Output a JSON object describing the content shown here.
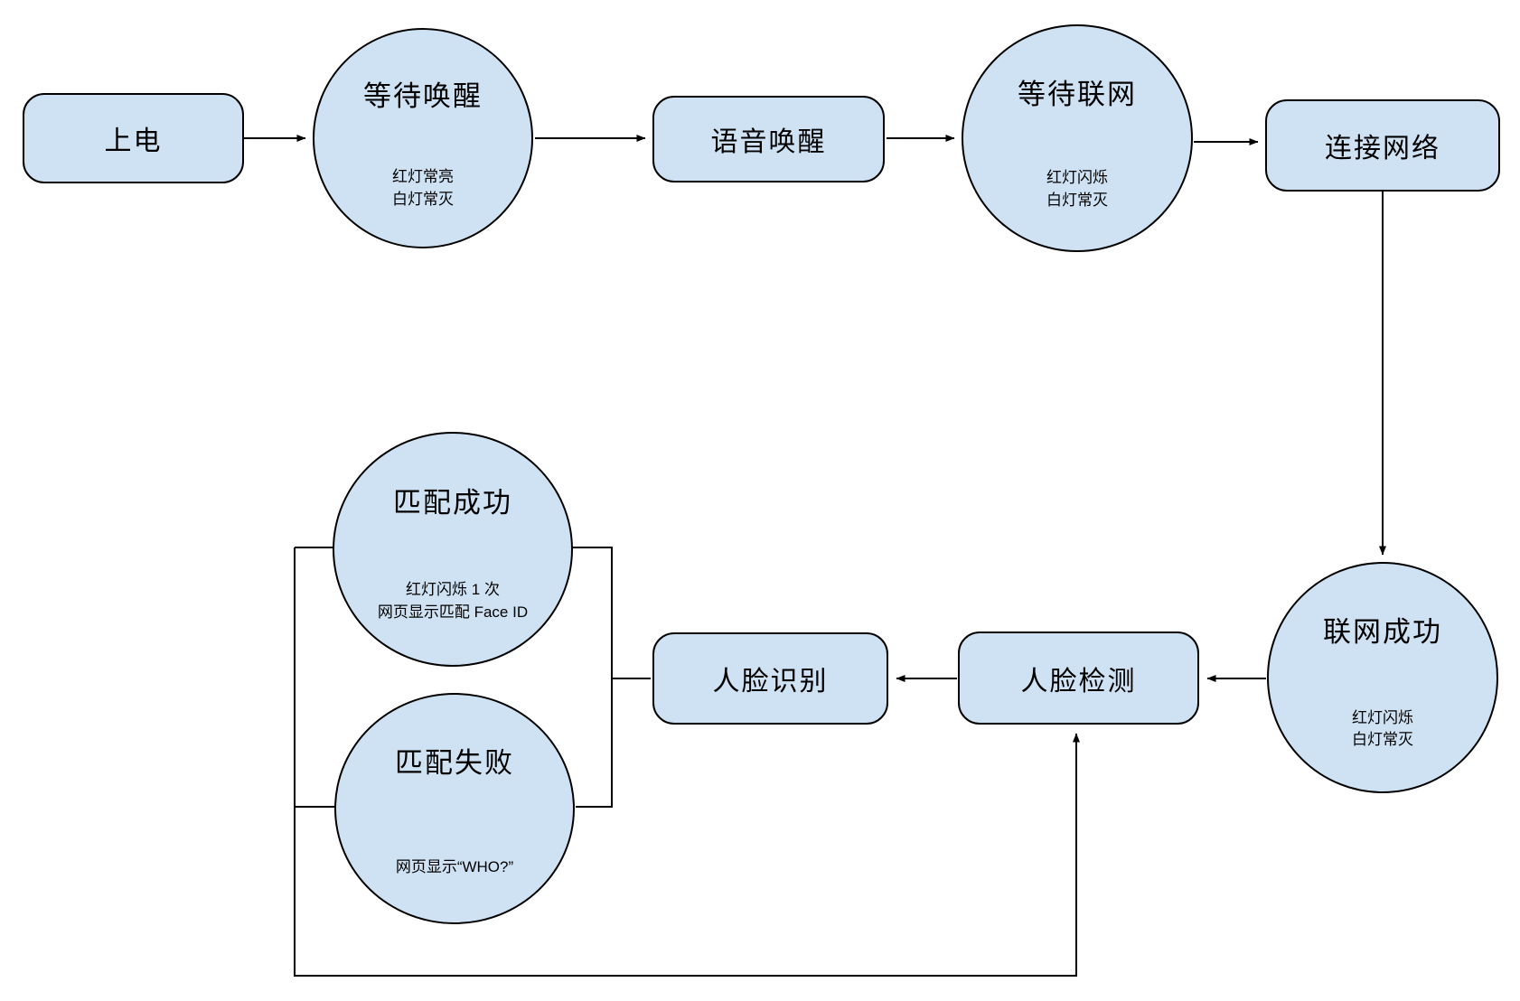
{
  "diagram": {
    "title": "device-boot-and-face-recognition-flow",
    "colors": {
      "background": "#ffffff",
      "node_fill": "#cfe2f3",
      "node_border": "#000000",
      "line": "#000000",
      "text": "#000000"
    },
    "nodes": {
      "power_on": {
        "label": "上电",
        "shape": "rounded-rect"
      },
      "wait_wake": {
        "title": "等待唤醒",
        "status_line1": "红灯常亮",
        "status_line2": "白灯常灭",
        "shape": "circle"
      },
      "voice_wake": {
        "label": "语音唤醒",
        "shape": "rounded-rect"
      },
      "wait_network": {
        "title": "等待联网",
        "status_line1": "红灯闪烁",
        "status_line2": "白灯常灭",
        "shape": "circle"
      },
      "connect_network": {
        "label": "连接网络",
        "shape": "rounded-rect"
      },
      "network_success": {
        "title": "联网成功",
        "status_line1": "红灯闪烁",
        "status_line2": "白灯常灭",
        "shape": "circle"
      },
      "face_detect": {
        "label": "人脸检测",
        "shape": "rounded-rect"
      },
      "face_recognize": {
        "label": "人脸识别",
        "shape": "rounded-rect"
      },
      "match_success": {
        "title": "匹配成功",
        "status_line1": "红灯闪烁 1 次",
        "status_line2": "网页显示匹配 Face ID",
        "shape": "circle"
      },
      "match_fail": {
        "title": "匹配失败",
        "status_line1": "网页显示“WHO?”",
        "shape": "circle"
      }
    },
    "edges": [
      {
        "from": "power_on",
        "to": "wait_wake",
        "arrow": true
      },
      {
        "from": "wait_wake",
        "to": "voice_wake",
        "arrow": true
      },
      {
        "from": "voice_wake",
        "to": "wait_network",
        "arrow": true
      },
      {
        "from": "wait_network",
        "to": "connect_network",
        "arrow": true
      },
      {
        "from": "connect_network",
        "to": "network_success",
        "arrow": true
      },
      {
        "from": "network_success",
        "to": "face_detect",
        "arrow": true
      },
      {
        "from": "face_detect",
        "to": "face_recognize",
        "arrow": true
      },
      {
        "from": "face_recognize",
        "to": "match_success",
        "arrow": false
      },
      {
        "from": "face_recognize",
        "to": "match_fail",
        "arrow": false
      },
      {
        "from": "match_success",
        "to": "face_detect",
        "arrow": true
      },
      {
        "from": "match_fail",
        "to": "face_detect",
        "arrow": true
      }
    ]
  }
}
